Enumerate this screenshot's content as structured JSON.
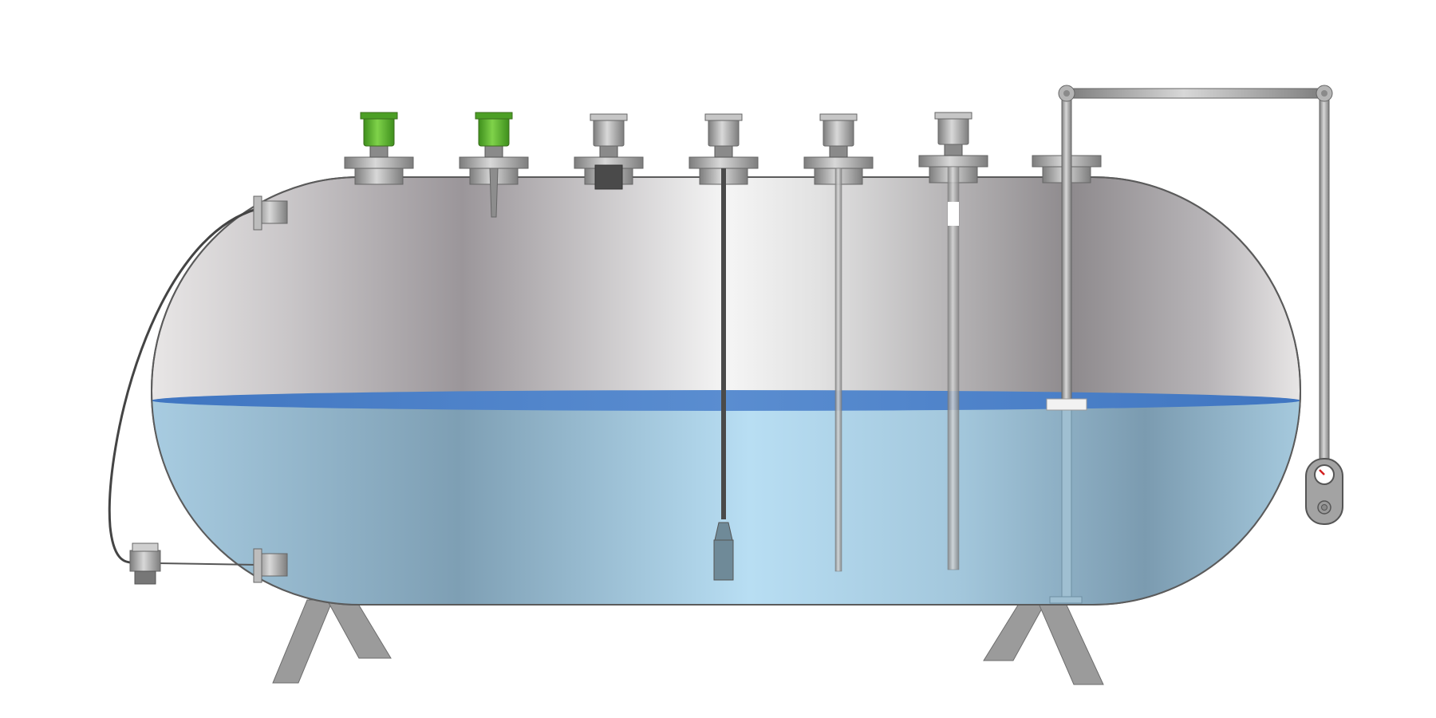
{
  "diagram": {
    "liquid_level": 0.52,
    "colors": {
      "shell_dark": "#8f8b8e",
      "shell_light": "#f3f3f3",
      "liquid_dark": "#7c9db3",
      "liquid_light": "#b6dcf2",
      "liquid_surface": "#4f7fc0",
      "sensor_green": "#5fb62b",
      "metal": "#9a9a9a",
      "leg": "#9b9b9b"
    },
    "instruments": [
      {
        "id": "green-sensor-1",
        "kind": "level-switch",
        "head": "green"
      },
      {
        "id": "green-sensor-2",
        "kind": "tuning-fork",
        "head": "green"
      },
      {
        "id": "gray-sensor-3",
        "kind": "radar-block",
        "head": "gray"
      },
      {
        "id": "gray-sensor-4",
        "kind": "cable-probe",
        "head": "gray"
      },
      {
        "id": "gray-sensor-5",
        "kind": "rod-probe",
        "head": "gray"
      },
      {
        "id": "gray-sensor-6",
        "kind": "tube-probe",
        "head": "gray"
      },
      {
        "id": "float-gauge",
        "kind": "float-with-gauge",
        "head": "gauge"
      }
    ]
  }
}
